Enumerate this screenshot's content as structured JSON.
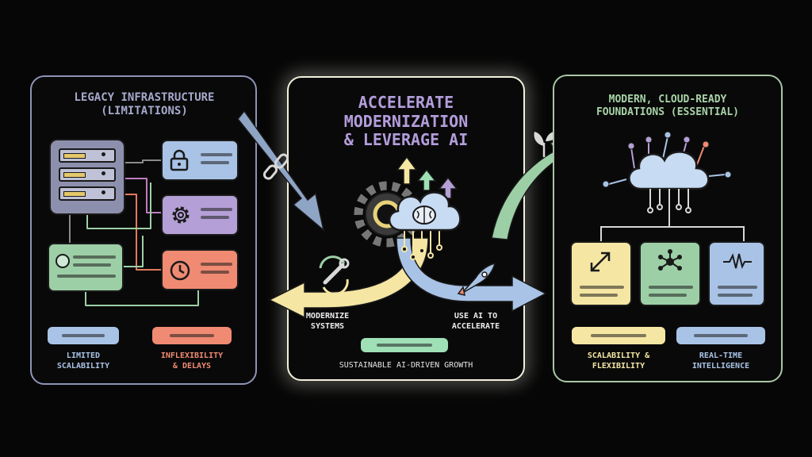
{
  "left_panel": {
    "title": "LEGACY INFRASTRUCTURE\n(LIMITATIONS)",
    "labels": {
      "limited": "LIMITED\nSCALABILITY",
      "inflex": "INFLEXIBILITY\n& DELAYS"
    }
  },
  "middle_panel": {
    "title": "ACCELERATE\nMODERNIZATION\n& LEVERAGE AI",
    "labels": {
      "modernize": "MODERNIZE\nSYSTEMS",
      "use_ai": "USE AI TO\nACCELERATE",
      "growth": "SUSTAINABLE AI-DRIVEN GROWTH"
    }
  },
  "right_panel": {
    "title": "MODERN, CLOUD-READY\nFOUNDATIONS (ESSENTIAL)",
    "labels": {
      "scal": "SCALABILITY &\nFLEXIBILITY",
      "rt": "REAL-TIME\nINTELLIGENCE"
    }
  },
  "colors": {
    "lavender": "#8f93b8",
    "blue": "#a9c3e6",
    "purple": "#b49fd6",
    "salmon": "#f08a72",
    "green": "#9dcfa6",
    "yellow": "#f5e6a3",
    "mint": "#9fe0b6",
    "title_purple": "#b39ddb"
  }
}
